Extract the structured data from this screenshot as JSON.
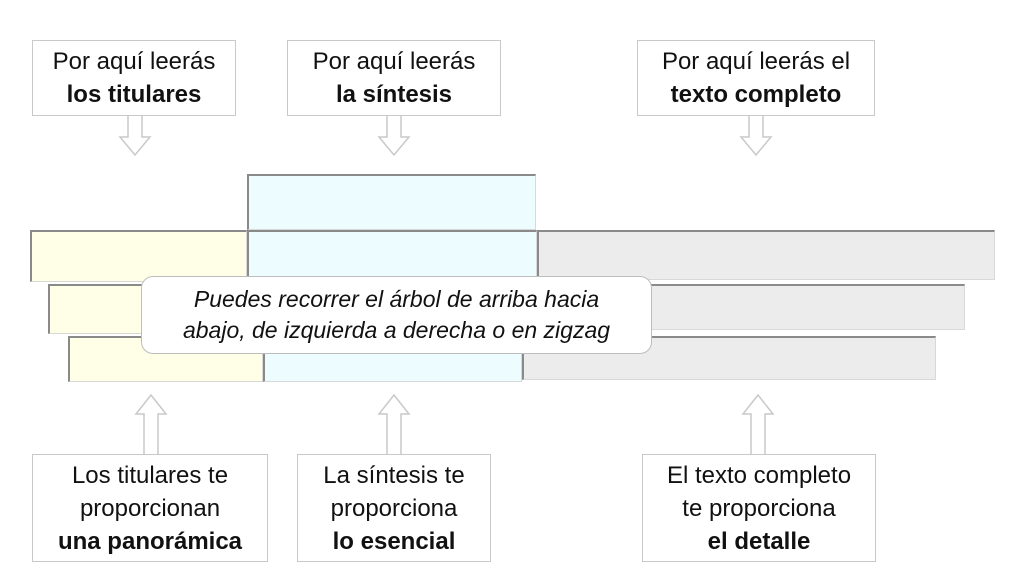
{
  "top_boxes": [
    {
      "line1": "Por aquí leerás",
      "line2": "los titulares"
    },
    {
      "line1": "Por aquí leerás",
      "line2": "la síntesis"
    },
    {
      "line1": "Por aquí leerás el",
      "line2": "texto completo"
    }
  ],
  "bottom_boxes": [
    {
      "line1": "Los titulares te",
      "line2": "proporcionan",
      "line3": "una panorámica"
    },
    {
      "line1": "La síntesis te",
      "line2": "proporciona",
      "line3": "lo esencial"
    },
    {
      "line1": "El texto completo",
      "line2": "te proporciona",
      "line3": "el detalle"
    }
  ],
  "note": {
    "line1": "Puedes recorrer el árbol de arriba hacia",
    "line2": "abajo, de izquierda a derecha o en zigzag"
  },
  "colors": {
    "headlines": "#ffffe8",
    "synthesis": "#ecfcff",
    "full_text": "#ececec",
    "border": "#c9c9c9"
  }
}
